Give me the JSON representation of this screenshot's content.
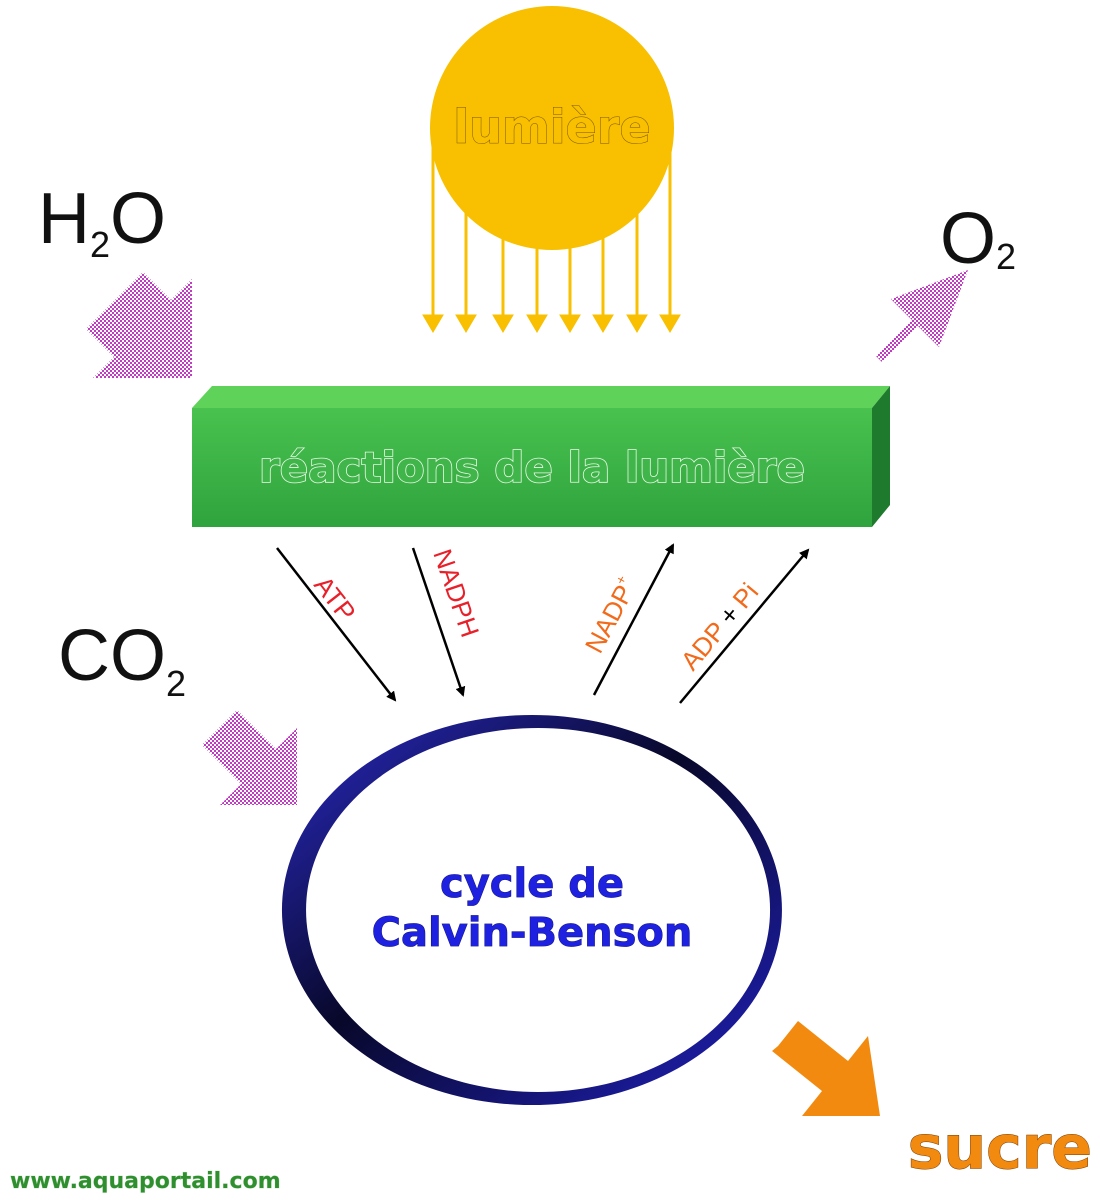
{
  "labels": {
    "light": "lumière",
    "water": {
      "main": "H",
      "sub": "2",
      "end": "O"
    },
    "oxygen": {
      "main": "O",
      "sub": "2"
    },
    "carbon_dioxide": {
      "main": "CO",
      "sub": "2"
    },
    "light_reactions": "réactions de la lumière",
    "cycle_line1": "cycle de",
    "cycle_line2": "Calvin-Benson",
    "atp": "ATP",
    "nadph": "NADPH",
    "nadp_plus": {
      "main": "NADP",
      "sup": "+"
    },
    "adp_pi": {
      "adp": "ADP",
      "plus": "+",
      "pi": "Pi"
    },
    "sugar": "sucre",
    "watermark": "www.aquaportail.com"
  },
  "colors": {
    "sun": "#F8C000",
    "bar_front": "#3FB54A",
    "bar_top": "#5FD25A",
    "bar_side": "#1E7A2C",
    "pink_arrow": "#CC44CC",
    "cycle_ring": "#1A1A9E",
    "cycle_text": "#1E22E0",
    "atp_text": "#E8202A",
    "return_text": "#F26A1A",
    "sugar": "#F28A10",
    "watermark": "#2F8F2F"
  }
}
